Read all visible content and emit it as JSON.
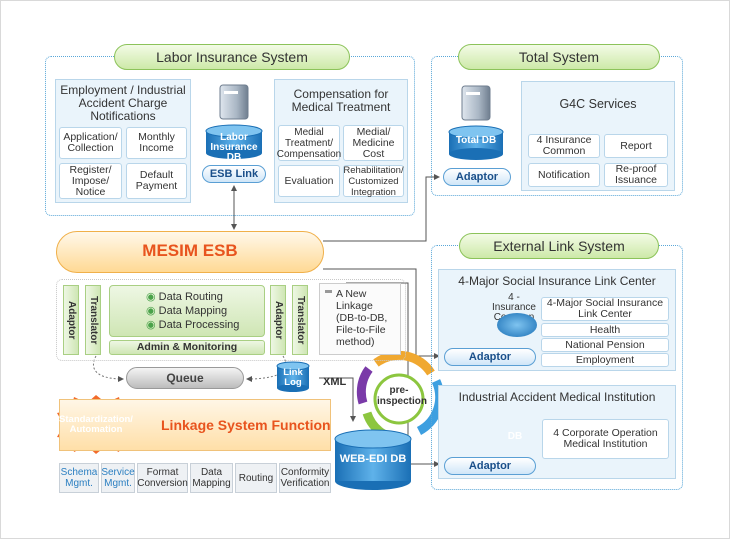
{
  "labor": {
    "title": "Labor Insurance System",
    "employment_title": "Employment / Industrial Accident Charge Notifications",
    "cells": [
      "Application/ Collection",
      "Monthly Income",
      "Register/ Impose/ Notice",
      "Default Payment"
    ],
    "db_label": "Labor Insurance DB",
    "esb_link": "ESB Link",
    "comp_title": "Compensation for Medical Treatment",
    "comp_cells": [
      "Medial Treatment/ Compensation",
      "Medial/ Medicine Cost",
      "Evaluation",
      "Rehabilitation/ Customized Integration"
    ]
  },
  "total": {
    "title": "Total System",
    "db_label": "Total DB",
    "adaptor": "Adaptor",
    "g4c_title": "G4C Services",
    "g4c_cells": [
      "4 Insurance Common",
      "Report",
      "Notification",
      "Re-proof Issuance"
    ]
  },
  "esb": {
    "title": "MESIM ESB",
    "left_adaptor": "Adaptor",
    "left_translator": "Translator",
    "right_adaptor": "Adaptor",
    "right_translator": "Translator",
    "routing": [
      "Data Routing",
      "Data Mapping",
      "Data Processing"
    ],
    "admin": "Admin & Monitoring",
    "new_linkage": "A New Linkage (DB-to-DB, File-to-File method)",
    "queue": "Queue",
    "link_log": "Link Log",
    "xml": "XML"
  },
  "linkage": {
    "badge": "Standardization/ Automation",
    "title": "Linkage System Function",
    "cells": [
      "Schema Mgmt.",
      "Service Mgmt.",
      "Format Conversion",
      "Data Mapping",
      "Routing",
      "Conformity Verification"
    ]
  },
  "webedi": {
    "db_label": "WEB-EDI DB",
    "cycle_label": "pre-inspection"
  },
  "external": {
    "title": "External Link System",
    "major_title": "4-Major Social Insurance Link Center",
    "common_label": "4 -Insurance Common",
    "major_cells": [
      "4-Major Social Insurance Link Center",
      "Health",
      "National Pension",
      "Employment"
    ],
    "adaptor1": "Adaptor",
    "medical_title": "Industrial Accident Medical Institution",
    "db_label": "DB",
    "operation": "4 Corporate Operation Medical Institution",
    "adaptor2": "Adaptor"
  }
}
